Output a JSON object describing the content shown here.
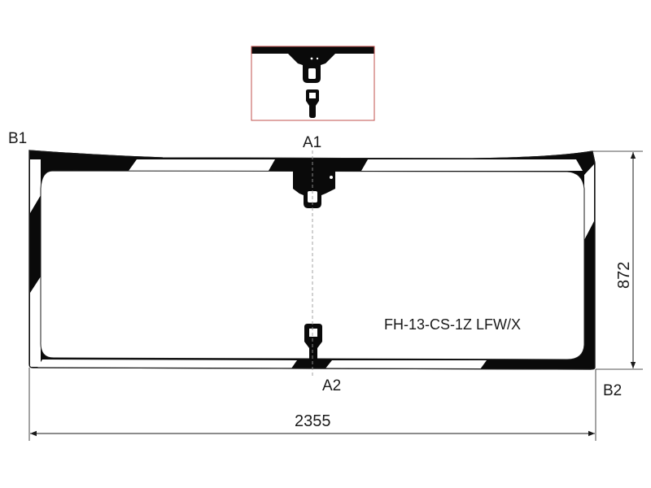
{
  "labels": {
    "b1": "B1",
    "a1": "A1",
    "a2": "A2",
    "b2": "B2"
  },
  "dimensions": {
    "width": "2355",
    "height": "872"
  },
  "part_code": "FH-13-CS-1Z LFW/X",
  "colors": {
    "line": "#1a1a1a",
    "frit": "#0a0a0a",
    "inset_border": "#c0504d",
    "centerline": "#9a9a9a",
    "background": "#ffffff"
  }
}
